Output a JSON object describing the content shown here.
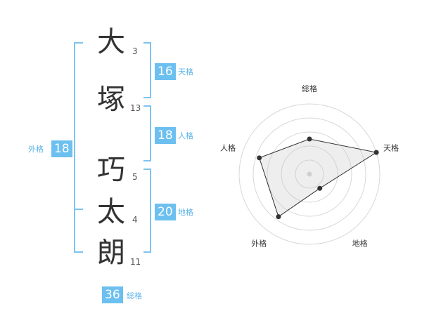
{
  "name": {
    "chars": [
      {
        "char": "大",
        "strokes": "3"
      },
      {
        "char": "塚",
        "strokes": "13"
      },
      {
        "char": "巧",
        "strokes": "5"
      },
      {
        "char": "太",
        "strokes": "4"
      },
      {
        "char": "朗",
        "strokes": "11"
      }
    ]
  },
  "fortunes": {
    "tenkaku": {
      "value": "16",
      "label": "天格"
    },
    "jinkaku": {
      "value": "18",
      "label": "人格"
    },
    "chikaku": {
      "value": "20",
      "label": "地格"
    },
    "gaikaku": {
      "value": "18",
      "label": "外格"
    },
    "soukaku": {
      "value": "36",
      "label": "総格"
    }
  },
  "colors": {
    "accent": "#6cc0f0",
    "bracket": "#7cc4f0",
    "text": "#333333"
  },
  "chart_data": {
    "type": "radar",
    "axes": [
      "総格",
      "天格",
      "地格",
      "外格",
      "人格"
    ],
    "values": [
      0.5,
      1.0,
      0.25,
      0.75,
      0.75
    ],
    "rings": 5,
    "grid": true
  }
}
